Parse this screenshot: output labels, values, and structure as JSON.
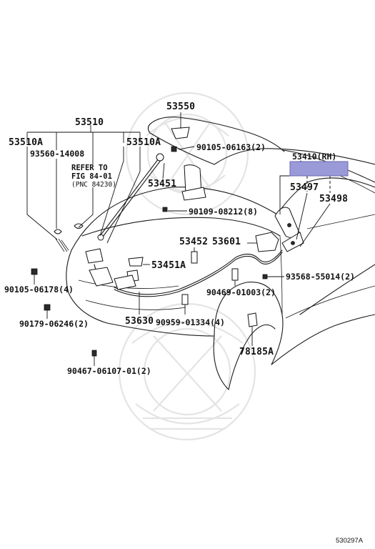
{
  "diagram": {
    "labels": {
      "l53550": "53550",
      "l53510": "53510",
      "l53510A_left": "53510A",
      "l53510A_right": "53510A",
      "l93560": "93560-14008",
      "l90105_06163": "90105-06163(2)",
      "l53410": "53410(RH)",
      "l53451": "53451",
      "l53497": "53497",
      "l53498": "53498",
      "l90109": "90109-08212(8)",
      "l53452": "53452",
      "l53601": "53601",
      "l53451A": "53451A",
      "l93568": "93568-55014(2)",
      "l90105_06178": "90105-06178(4)",
      "l90469": "90469-01003(2)",
      "l53630": "53630",
      "l90179": "90179-06246(2)",
      "l90959": "90959-01334(4)",
      "l78185A": "78185A",
      "l90467": "90467-06107-01(2)",
      "refer_line1": "REFER TO",
      "refer_line2": "FIG 84-01",
      "refer_line3": "(PNC 84230)",
      "diagram_code": "530297A"
    },
    "highlight_color": "#9a9ad8"
  }
}
